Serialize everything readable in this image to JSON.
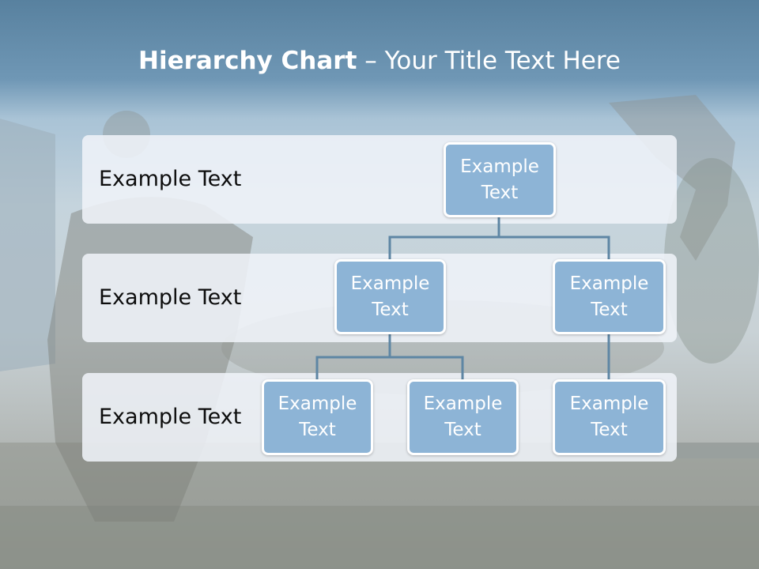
{
  "slide": {
    "title_bold": "Hierarchy Chart",
    "title_rest": " – Your Title Text Here"
  },
  "levels": [
    {
      "label": "Example Text"
    },
    {
      "label": "Example Text"
    },
    {
      "label": "Example Text"
    }
  ],
  "nodes": {
    "root": "Example\nText",
    "l2_left": "Example\nText",
    "l2_right": "Example\nText",
    "l3_a": "Example\nText",
    "l3_b": "Example\nText",
    "l3_c": "Example\nText"
  },
  "colors": {
    "header": "#58819f",
    "node_fill": "#8db4d6",
    "connector": "#5e86a4",
    "band": "#eff3f8"
  }
}
